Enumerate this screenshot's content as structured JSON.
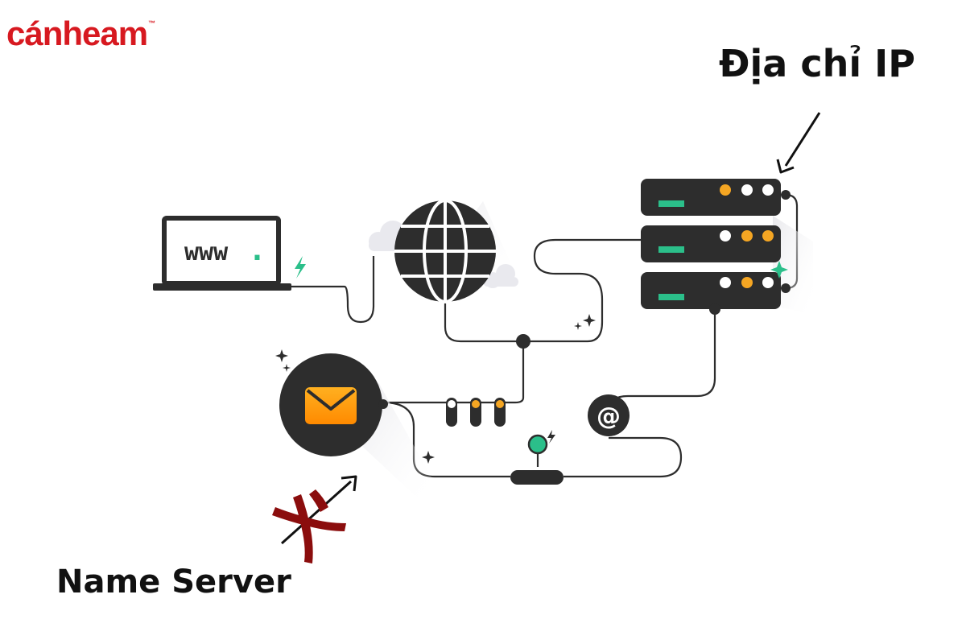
{
  "brand": {
    "logo_text": "cánheam",
    "trademark": "™",
    "color": "#d71920"
  },
  "labels": {
    "ip_address": "Địa chỉ IP",
    "name_server": "Name Server"
  },
  "laptop": {
    "screen_text": "www",
    "screen_dot": "."
  },
  "icons": {
    "laptop": "laptop-icon",
    "globe": "globe-icon",
    "email": "envelope-icon",
    "at_sign": "at-sign-icon",
    "server_rack": "server-rack-icon",
    "cross_mark": "x-mark-icon"
  },
  "at_symbol": "@",
  "colors": {
    "dark": "#2d2d2d",
    "accent_green": "#2bbf8a",
    "accent_orange": "#f5a623",
    "cross_red": "#8b0d0d",
    "cloud": "#e9e9ee"
  }
}
